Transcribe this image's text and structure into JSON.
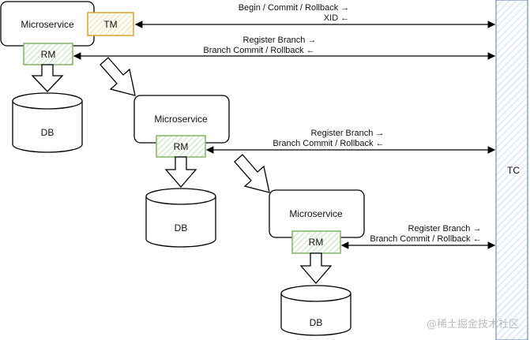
{
  "tc": {
    "label": "TC"
  },
  "level1": {
    "service_label": "Microservice",
    "tm_label": "TM",
    "rm_label": "RM",
    "db_label": "DB",
    "tm_msg_1": "Begin / Commit / Rollback →",
    "tm_msg_2": "XID ←",
    "rm_msg_1": "Register Branch →",
    "rm_msg_2": "Branch Commit / Rollback ←"
  },
  "level2": {
    "service_label": "Microservice",
    "rm_label": "RM",
    "db_label": "DB",
    "rm_msg_1": "Register Branch →",
    "rm_msg_2": "Branch Commit / Rollback ←"
  },
  "level3": {
    "service_label": "Microservice",
    "rm_label": "RM",
    "db_label": "DB",
    "rm_msg_1": "Register Branch →",
    "rm_msg_2": "Branch Commit / Rollback ←"
  },
  "colors": {
    "tm_border": "#d6a52b",
    "tm_fill": "#f7e3b0",
    "rm_border": "#82b366",
    "rm_fill": "#d5e8d4",
    "tc_border": "#6c8ebf",
    "tc_fill": "#dae8fc"
  },
  "watermark": "@稀土掘金技术社区"
}
